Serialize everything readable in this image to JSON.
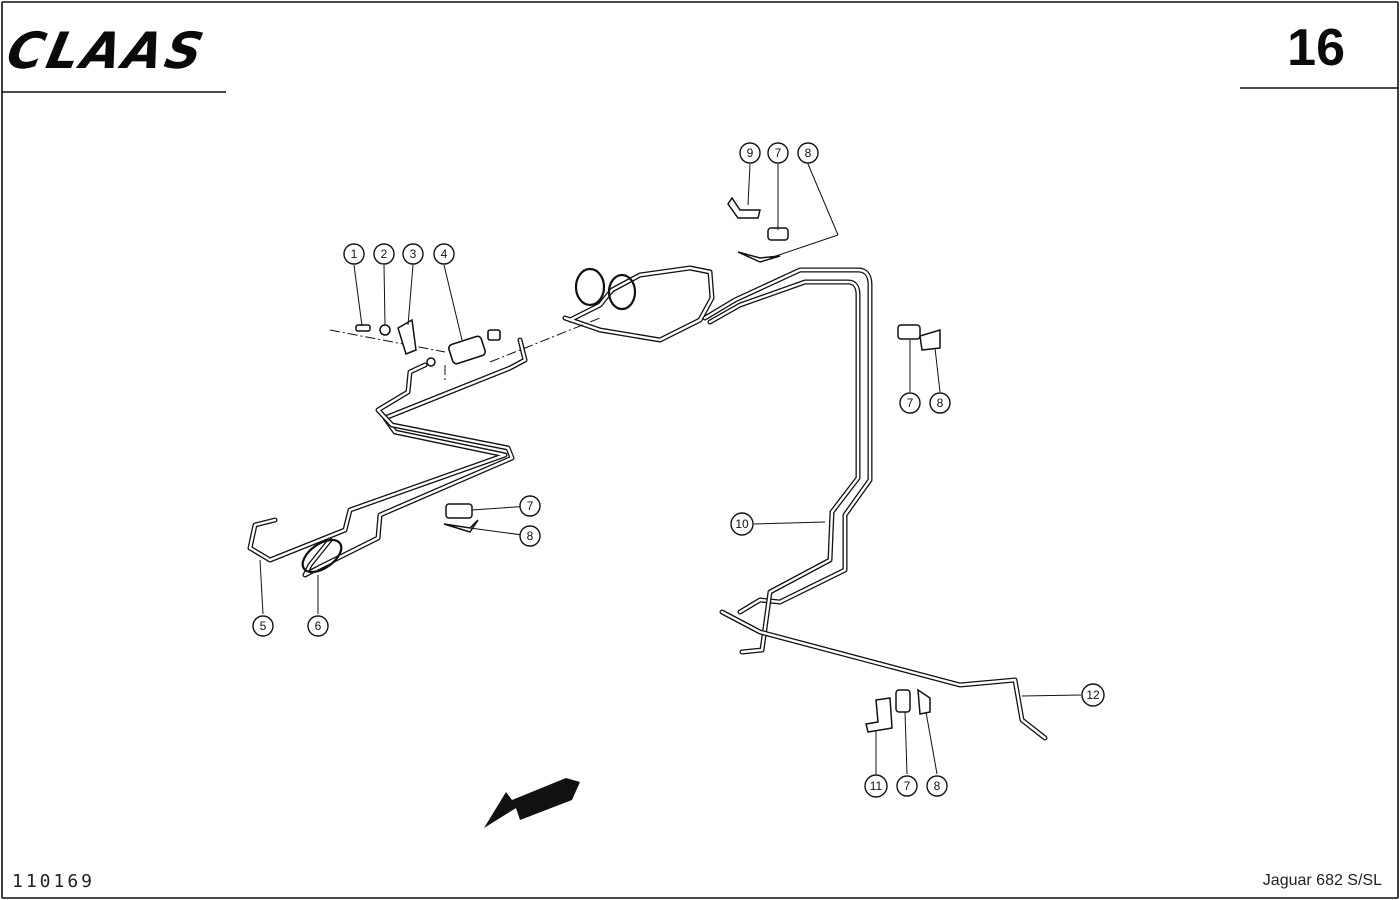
{
  "header": {
    "brand": "CLAAS",
    "page_number": "16"
  },
  "footer": {
    "drawing_number": "110169",
    "model": "Jaguar 682 S/SL"
  },
  "callouts": {
    "c1": "1",
    "c2": "2",
    "c3": "3",
    "c4": "4",
    "c5": "5",
    "c6": "6",
    "c7a": "7",
    "c8a": "8",
    "c9": "9",
    "c7b": "7",
    "c8b": "8",
    "c7c": "7",
    "c8c": "8",
    "c10": "10",
    "c11": "11",
    "c7d": "7",
    "c8d": "8",
    "c12": "12"
  }
}
